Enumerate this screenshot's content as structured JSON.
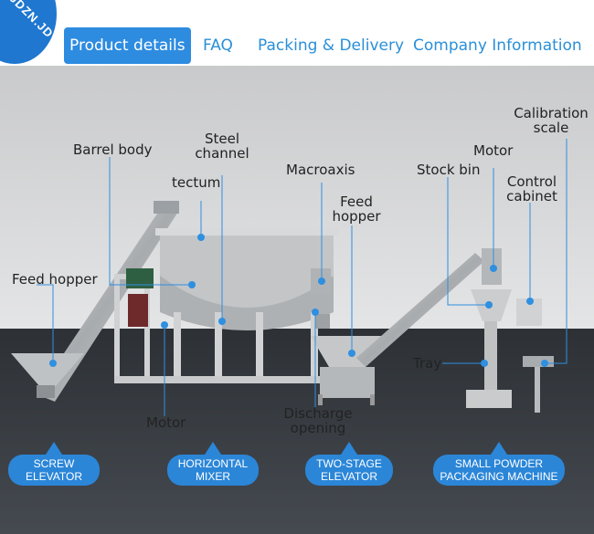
{
  "logo": {
    "text": "JDZN.JD"
  },
  "nav": {
    "tabs": [
      {
        "label": "Product  details"
      },
      {
        "label": "FAQ"
      },
      {
        "label": "Packing & Delivery"
      },
      {
        "label": "Company  Information"
      }
    ]
  },
  "labels": {
    "barrel_body": "Barrel body",
    "steel_channel": "Steel\nchannel",
    "tectum": "tectum",
    "macroaxis": "Macroaxis",
    "feed_hopper_right": "Feed\nhopper",
    "feed_hopper_left": "Feed hopper",
    "motor_left": "Motor",
    "discharge_opening": "Discharge\nopening",
    "stock_bin": "Stock bin",
    "motor_right": "Motor",
    "control_cabinet": "Control\ncabinet",
    "calibration_scale": "Calibration\nscale",
    "tray": "Tray"
  },
  "badges": {
    "screw_elevator": "SCREW\nELEVATOR",
    "horizontal_mixer": "HORIZONTAL\nMIXER",
    "two_stage_elevator": "TWO-STAGE\nELEVATOR",
    "small_powder_packaging": "SMALL POWDER\nPACKAGING MACHINE"
  },
  "colors": {
    "accent": "#2b86d8",
    "floor": "#35393f",
    "wall": "#d7d8d9",
    "callout_line": "#2f8fe0"
  }
}
